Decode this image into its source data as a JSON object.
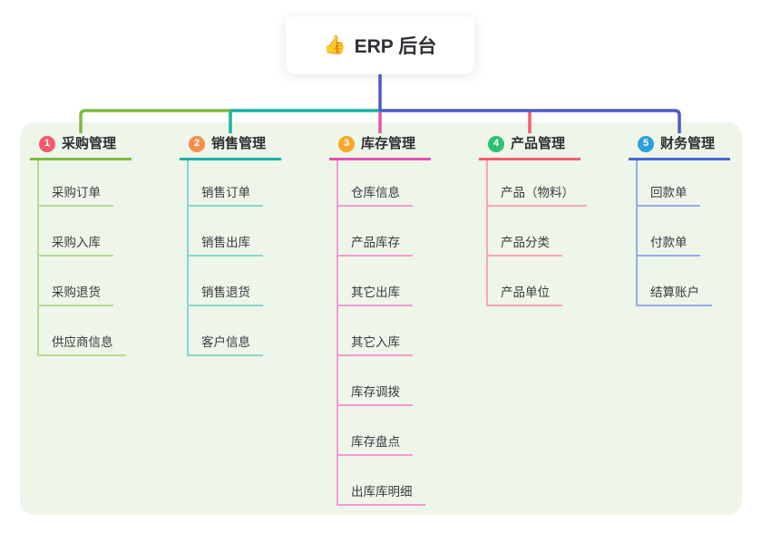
{
  "root": {
    "label": "ERP 后台",
    "icon": "👍",
    "icon_name": "thumbs-up-icon"
  },
  "colors": {
    "page_bg": "#ffffff",
    "panel_bg": "#edf6e8",
    "root_connector_blue": "#4c5bc7",
    "text_dark": "#2f2f34",
    "text_child": "#3a3a40"
  },
  "bus": {
    "segment_colors": [
      "#7eba41",
      "#19b2a4",
      "#4c5bc7"
    ],
    "drop_colors": [
      "#7eba41",
      "#19b2a4",
      "#e252b1",
      "#f95a6e",
      "#4568d4"
    ]
  },
  "branches": [
    {
      "badge": "1",
      "label": "采购管理",
      "badge_color": "#f25b6e",
      "line_color": "#7eba41",
      "child_line_color": "#b7db93",
      "children": [
        "采购订单",
        "采购入库",
        "采购退货",
        "供应商信息"
      ]
    },
    {
      "badge": "2",
      "label": "销售管理",
      "badge_color": "#f78d4b",
      "line_color": "#19b2a4",
      "child_line_color": "#86d6cc",
      "children": [
        "销售订单",
        "销售出库",
        "销售退货",
        "客户信息"
      ]
    },
    {
      "badge": "3",
      "label": "库存管理",
      "badge_color": "#f9a826",
      "line_color": "#e252b1",
      "child_line_color": "#f19bd4",
      "children": [
        "仓库信息",
        "产品库存",
        "其它出库",
        "其它入库",
        "库存调拨",
        "库存盘点",
        "出库库明细"
      ]
    },
    {
      "badge": "4",
      "label": "产品管理",
      "badge_color": "#2cc271",
      "line_color": "#f95a6e",
      "child_line_color": "#faa6b0",
      "children": [
        "产品（物料）",
        "产品分类",
        "产品单位"
      ]
    },
    {
      "badge": "5",
      "label": "财务管理",
      "badge_color": "#2aa1db",
      "line_color": "#4568d4",
      "child_line_color": "#96abe9",
      "children": [
        "回款单",
        "付款单",
        "结算账户"
      ]
    }
  ]
}
